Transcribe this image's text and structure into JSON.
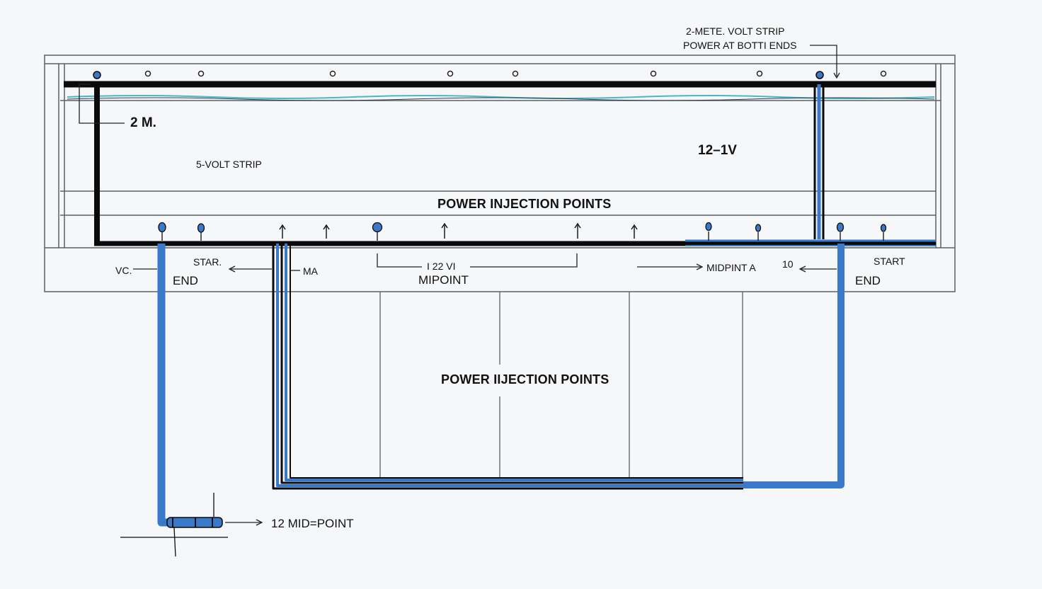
{
  "diagram": {
    "top_callout": {
      "line1": "2-METE. VOLT STRIP",
      "line2": "POWER AT BOTTI ENDS"
    },
    "length_label": "2 M.",
    "strip_label": "5-VOLT STRIP",
    "voltage_label": "12–1V",
    "injection_title_upper": "POWER INJECTION POINTS",
    "injection_title_lower": "POWER IIJECTION POINTS",
    "labels": {
      "vc": "VC.",
      "start_left": "STAR.",
      "end_left": "END",
      "ma": "MA",
      "volt_mid": "I 22 VI",
      "midpoint_center": "MIPOINT",
      "midpoint_a": "MIDPINT A",
      "ten": "10",
      "start_right": "START",
      "end_right": "END",
      "mid_point_bottom": "12 MID=POINT"
    },
    "colors": {
      "wire_black": "#0b0b0b",
      "wire_blue": "#3a78c9",
      "frame": "#555a60",
      "accent_cyan": "#49b7c7"
    }
  }
}
